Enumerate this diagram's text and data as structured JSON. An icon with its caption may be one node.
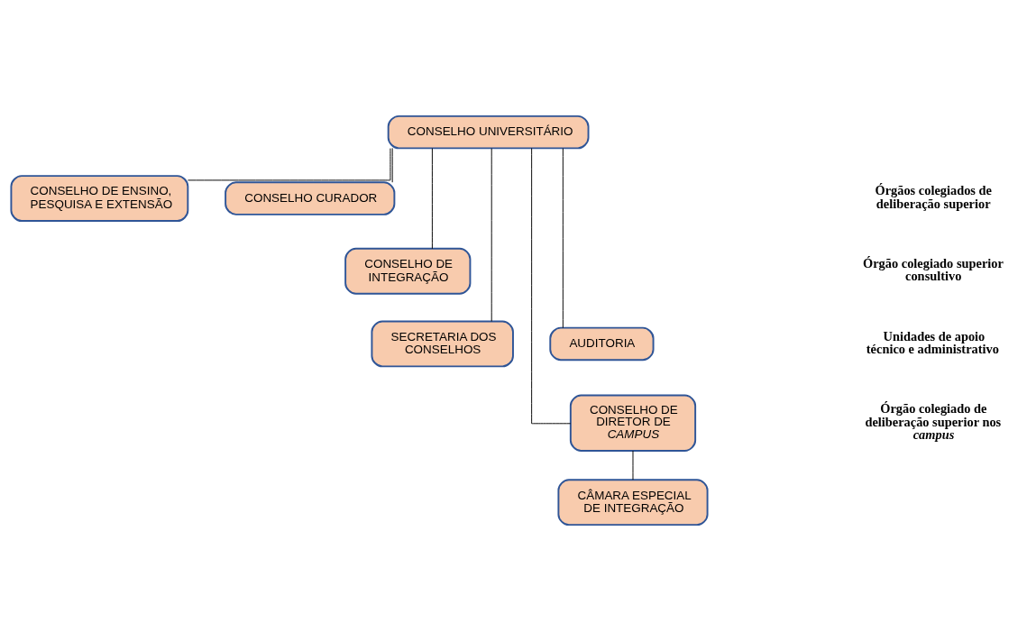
{
  "diagram": {
    "nodes": [
      {
        "text": [
          "CONSELHO UNIVERSITÁRIO"
        ]
      },
      {
        "text": [
          "CONSELHO DE ENSINO, PESQUISA E EXTENSÃO"
        ]
      },
      {
        "text": [
          "CONSELHO CURADOR"
        ]
      },
      {
        "text": [
          "CONSELHO DE INTEGRAÇÃO"
        ]
      },
      {
        "text": [
          "SECRETARIA DOS CONSELHOS"
        ]
      },
      {
        "text": [
          "AUDITORIA"
        ]
      },
      {
        "text": [
          "CONSELHO DE DIRETOR DE *CAMPUS*"
        ]
      },
      {
        "text": [
          "CÂMARA ESPECIAL DE INTEGRAÇÃO"
        ]
      }
    ],
    "edges": [
      {
        "from": 0,
        "to": 1,
        "arrow": "none"
      },
      {
        "from": 0,
        "to": 2,
        "arrow": "none"
      },
      {
        "from": 0,
        "to": 3,
        "arrow": "none"
      },
      {
        "from": 0,
        "to": 4,
        "arrow": "none"
      },
      {
        "from": 0,
        "to": 5,
        "arrow": "none"
      },
      {
        "from": 0,
        "to": 6,
        "arrow": "none"
      },
      {
        "from": 6,
        "to": 7,
        "arrow": "none"
      }
    ],
    "labels": [
      "Órgãos colegiados de deliberação superior",
      "Órgão colegiado superior consultivo",
      "Unidades de apoio técnico e administrativo",
      "Órgão colegiado de deliberação superior nos *campus*"
    ]
  }
}
